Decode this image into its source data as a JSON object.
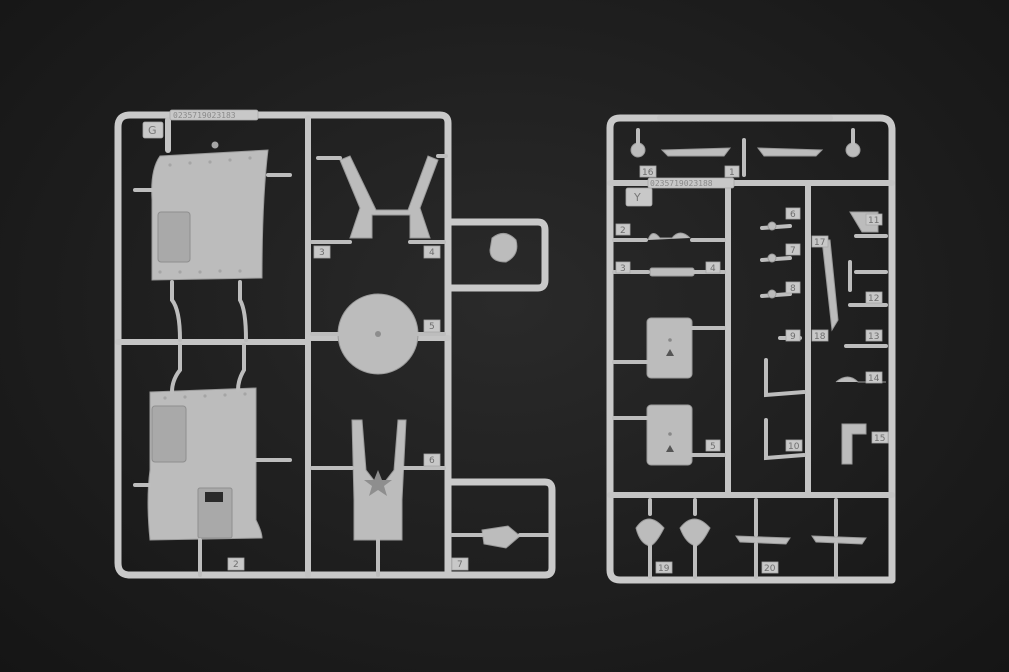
{
  "photo": {
    "subject": "plastic-model-sprues",
    "background_color": "#1d1d1d",
    "plastic_color": "#c4c4c4"
  },
  "sprue_g": {
    "letter": "G",
    "code": "0235719023183",
    "part_numbers": [
      "2",
      "3",
      "4",
      "5",
      "6",
      "7"
    ]
  },
  "sprue_y": {
    "letter": "Y",
    "code": "0235719023188",
    "part_numbers": [
      "1",
      "2",
      "3",
      "4",
      "5",
      "6",
      "7",
      "8",
      "9",
      "10",
      "11",
      "12",
      "13",
      "14",
      "15",
      "16",
      "17",
      "18",
      "19",
      "20"
    ]
  }
}
